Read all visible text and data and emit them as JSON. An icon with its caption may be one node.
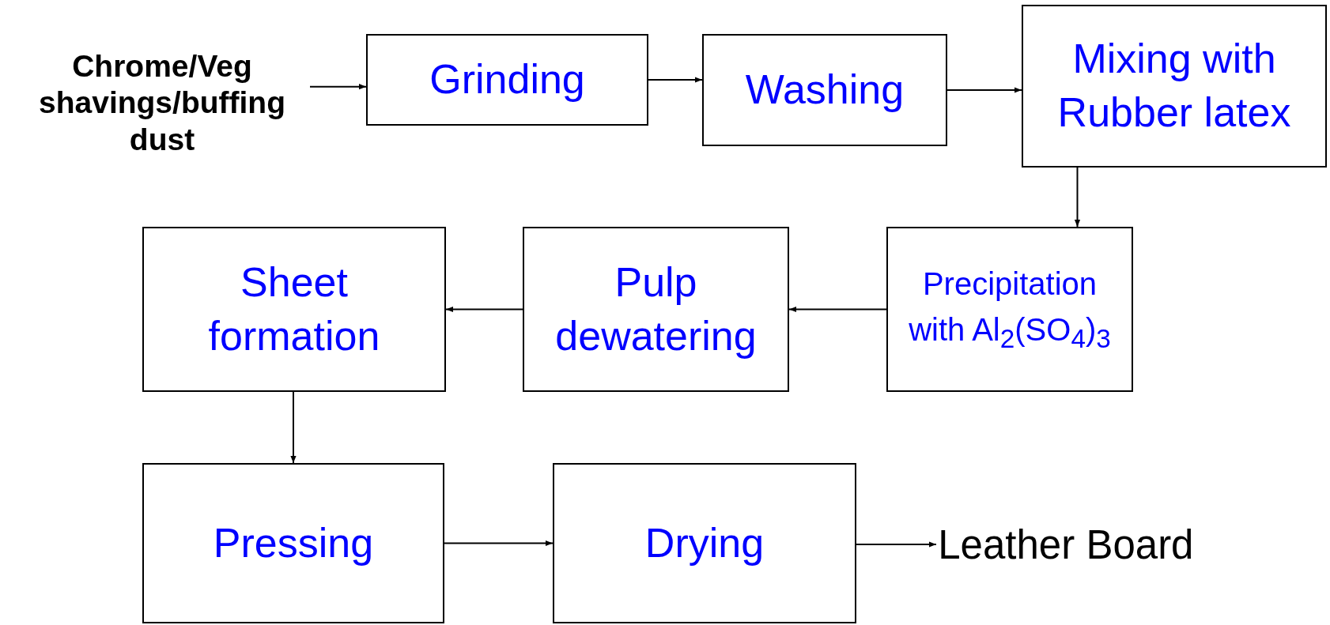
{
  "diagram": {
    "nodes": [
      {
        "text": [
          "Chrome/Veg shavings/buffing dust"
        ]
      },
      {
        "text": [
          "Grinding"
        ]
      },
      {
        "text": [
          "Washing"
        ]
      },
      {
        "text": [
          "Mixing with Rubber latex"
        ]
      },
      {
        "text": [
          "Precipitation with Al$_{2}$(SO$_{4}$)$_{3}$"
        ]
      },
      {
        "text": [
          "Pulp dewatering"
        ]
      },
      {
        "text": [
          "Sheet formation"
        ]
      },
      {
        "text": [
          "Pressing"
        ]
      },
      {
        "text": [
          "Drying"
        ]
      },
      {
        "text": [
          "Leather Board"
        ]
      }
    ],
    "edges": [
      {
        "from": 0,
        "to": 1,
        "arrow": "to"
      },
      {
        "from": 1,
        "to": 2,
        "arrow": "to"
      },
      {
        "from": 2,
        "to": 3,
        "arrow": "to"
      },
      {
        "from": 3,
        "to": 4,
        "arrow": "to"
      },
      {
        "from": 4,
        "to": 5,
        "arrow": "to"
      },
      {
        "from": 5,
        "to": 6,
        "arrow": "to"
      },
      {
        "from": 6,
        "to": 7,
        "arrow": "to"
      },
      {
        "from": 7,
        "to": 8,
        "arrow": "to"
      },
      {
        "from": 8,
        "to": 9,
        "arrow": "to"
      }
    ]
  }
}
